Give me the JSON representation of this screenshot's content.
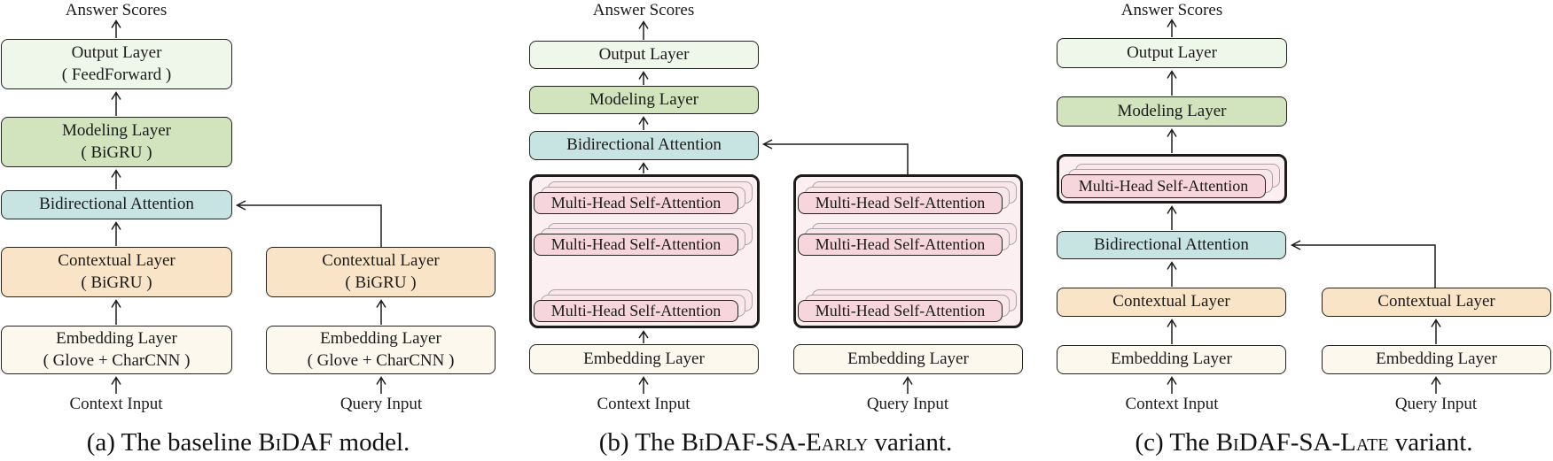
{
  "colors": {
    "output_fill": "#eff6ea",
    "modeling_fill": "#d2e4bd",
    "attention_fill": "#c7e3e2",
    "contextual_fill": "#fae4c8",
    "embedding_fill": "#fdf8ee",
    "stack_fill": "#fceff2",
    "mhsa_fill": "#f7d5dc",
    "ghost_fill": "#f9e7ec",
    "line_color": "#1d1d1c"
  },
  "panels": {
    "a": {
      "answer_label": "Answer Scores",
      "output": {
        "line1": "Output Layer",
        "line2": "( FeedForward )"
      },
      "modeling": {
        "line1": "Modeling Layer",
        "line2": "( BiGRU )"
      },
      "attention": {
        "line1": "Bidirectional Attention"
      },
      "context_contextual": {
        "line1": "Contextual Layer",
        "line2": "( BiGRU )"
      },
      "context_embedding": {
        "line1": "Embedding Layer",
        "line2": "( Glove + CharCNN )"
      },
      "query_contextual": {
        "line1": "Contextual Layer",
        "line2": "( BiGRU )"
      },
      "query_embedding": {
        "line1": "Embedding Layer",
        "line2": "( Glove + CharCNN )"
      },
      "context_input": "Context Input",
      "query_input": "Query Input",
      "caption": {
        "pre": "(a) The baseline ",
        "smallcaps": "BiDAF",
        "post": " model."
      }
    },
    "b": {
      "answer_label": "Answer Scores",
      "output": {
        "line1": "Output Layer"
      },
      "modeling": {
        "line1": "Modeling Layer"
      },
      "attention": {
        "line1": "Bidirectional Attention"
      },
      "mhsa_label": "Multi-Head Self-Attention",
      "context_embedding": {
        "line1": "Embedding Layer"
      },
      "query_embedding": {
        "line1": "Embedding Layer"
      },
      "context_input": "Context Input",
      "query_input": "Query Input",
      "caption": {
        "pre": "(b) The ",
        "smallcaps": "BiDAF-SA-Early",
        "post": " variant."
      }
    },
    "c": {
      "answer_label": "Answer Scores",
      "output": {
        "line1": "Output Layer"
      },
      "modeling": {
        "line1": "Modeling Layer"
      },
      "mhsa_label": "Multi-Head Self-Attention",
      "attention": {
        "line1": "Bidirectional Attention"
      },
      "context_contextual": {
        "line1": "Contextual Layer"
      },
      "context_embedding": {
        "line1": "Embedding Layer"
      },
      "query_contextual": {
        "line1": "Contextual Layer"
      },
      "query_embedding": {
        "line1": "Embedding Layer"
      },
      "context_input": "Context Input",
      "query_input": "Query Input",
      "caption": {
        "pre": "(c) The ",
        "smallcaps": "BiDAF-SA-Late",
        "post": " variant."
      }
    }
  }
}
